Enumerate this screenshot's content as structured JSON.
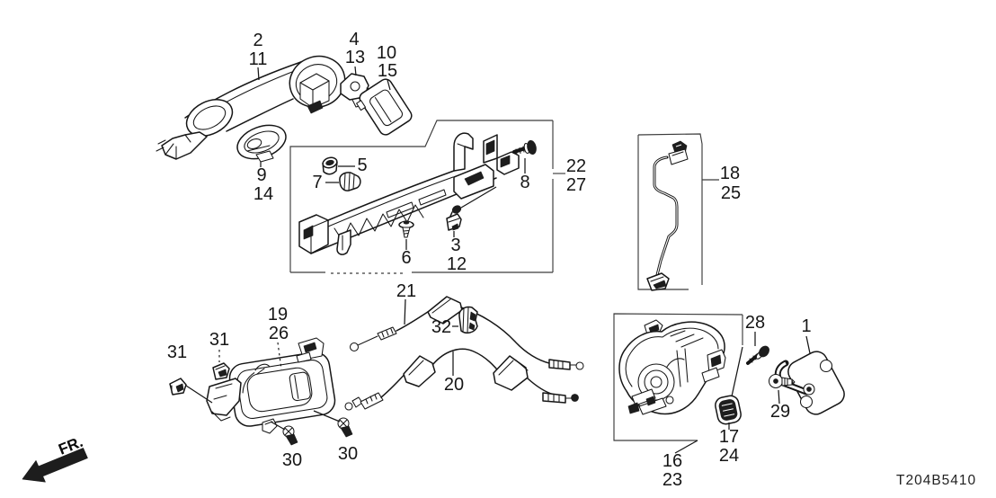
{
  "diagram": {
    "code": "T204B5410",
    "direction_indicator": "FR.",
    "background_color": "#ffffff",
    "line_color": "#161616"
  },
  "callouts": [
    {
      "name": "outer-handle",
      "labels": [
        "2",
        "11"
      ]
    },
    {
      "name": "handle-base-bracket",
      "labels": [
        "4",
        "13"
      ]
    },
    {
      "name": "handle-seal",
      "labels": [
        "10",
        "15"
      ]
    },
    {
      "name": "handle-cap",
      "labels": [
        "9",
        "14"
      ]
    },
    {
      "name": "grommet-clip",
      "labels": [
        "5"
      ]
    },
    {
      "name": "ribbed-clip",
      "labels": [
        "7"
      ]
    },
    {
      "name": "tapping-screw",
      "labels": [
        "8"
      ]
    },
    {
      "name": "handle-base-assembly",
      "labels": [
        "22",
        "27"
      ]
    },
    {
      "name": "cylinder-clip",
      "labels": [
        "3",
        "12"
      ]
    },
    {
      "name": "flange-screw",
      "labels": [
        "6"
      ]
    },
    {
      "name": "lock-rod",
      "labels": [
        "18",
        "25"
      ]
    },
    {
      "name": "inner-handle-cable",
      "labels": [
        "21"
      ]
    },
    {
      "name": "cable-clamp",
      "labels": [
        "32"
      ]
    },
    {
      "name": "door-lock-cable",
      "labels": [
        "20"
      ]
    },
    {
      "name": "inner-handle",
      "labels": [
        "19",
        "26"
      ]
    },
    {
      "name": "snap-clip-upper",
      "labels": [
        "31"
      ]
    },
    {
      "name": "snap-clip-left",
      "labels": [
        "31"
      ]
    },
    {
      "name": "handle-screw-left",
      "labels": [
        "30"
      ]
    },
    {
      "name": "handle-screw-right",
      "labels": [
        "30"
      ]
    },
    {
      "name": "door-lock-assembly",
      "labels": [
        "16",
        "23"
      ]
    },
    {
      "name": "lock-cover",
      "labels": [
        "17",
        "24"
      ]
    },
    {
      "name": "latch-screw",
      "labels": [
        "28"
      ]
    },
    {
      "name": "door-striker",
      "labels": [
        "1"
      ]
    },
    {
      "name": "striker-bolt",
      "labels": [
        "29"
      ]
    }
  ]
}
